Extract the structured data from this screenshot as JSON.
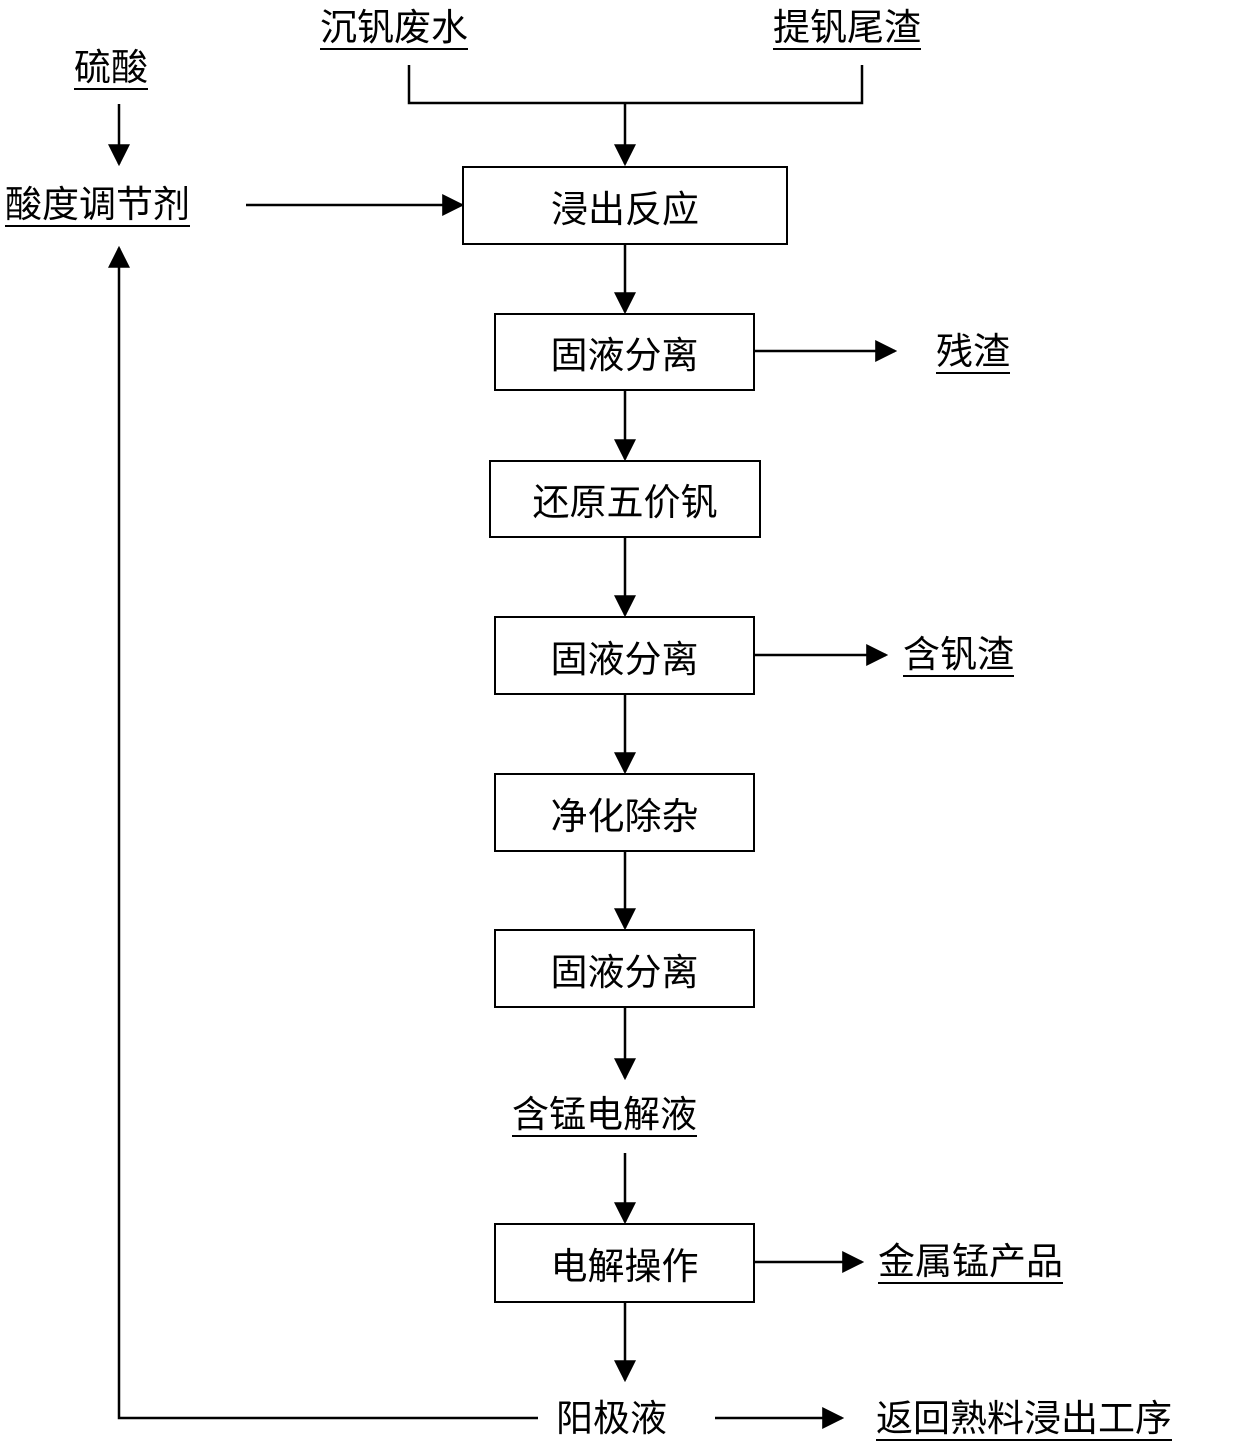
{
  "inputs": {
    "wastewater": "沉钒废水",
    "tailings": "提钒尾渣",
    "sulfuric_acid": "硫酸",
    "acid_adjuster": "酸度调节剂"
  },
  "steps": {
    "leaching": "浸出反应",
    "separation_1": "固液分离",
    "reduction": "还原五价钒",
    "separation_2": "固液分离",
    "purification": "净化除杂",
    "separation_3": "固液分离",
    "electrolysis": "电解操作"
  },
  "products": {
    "residue": "残渣",
    "vanadium_residue": "含钒渣",
    "manganese_electrolyte": "含锰电解液",
    "manganese_metal": "金属锰产品",
    "anolyte": "阳极液",
    "return_process": "返回熟料浸出工序"
  }
}
